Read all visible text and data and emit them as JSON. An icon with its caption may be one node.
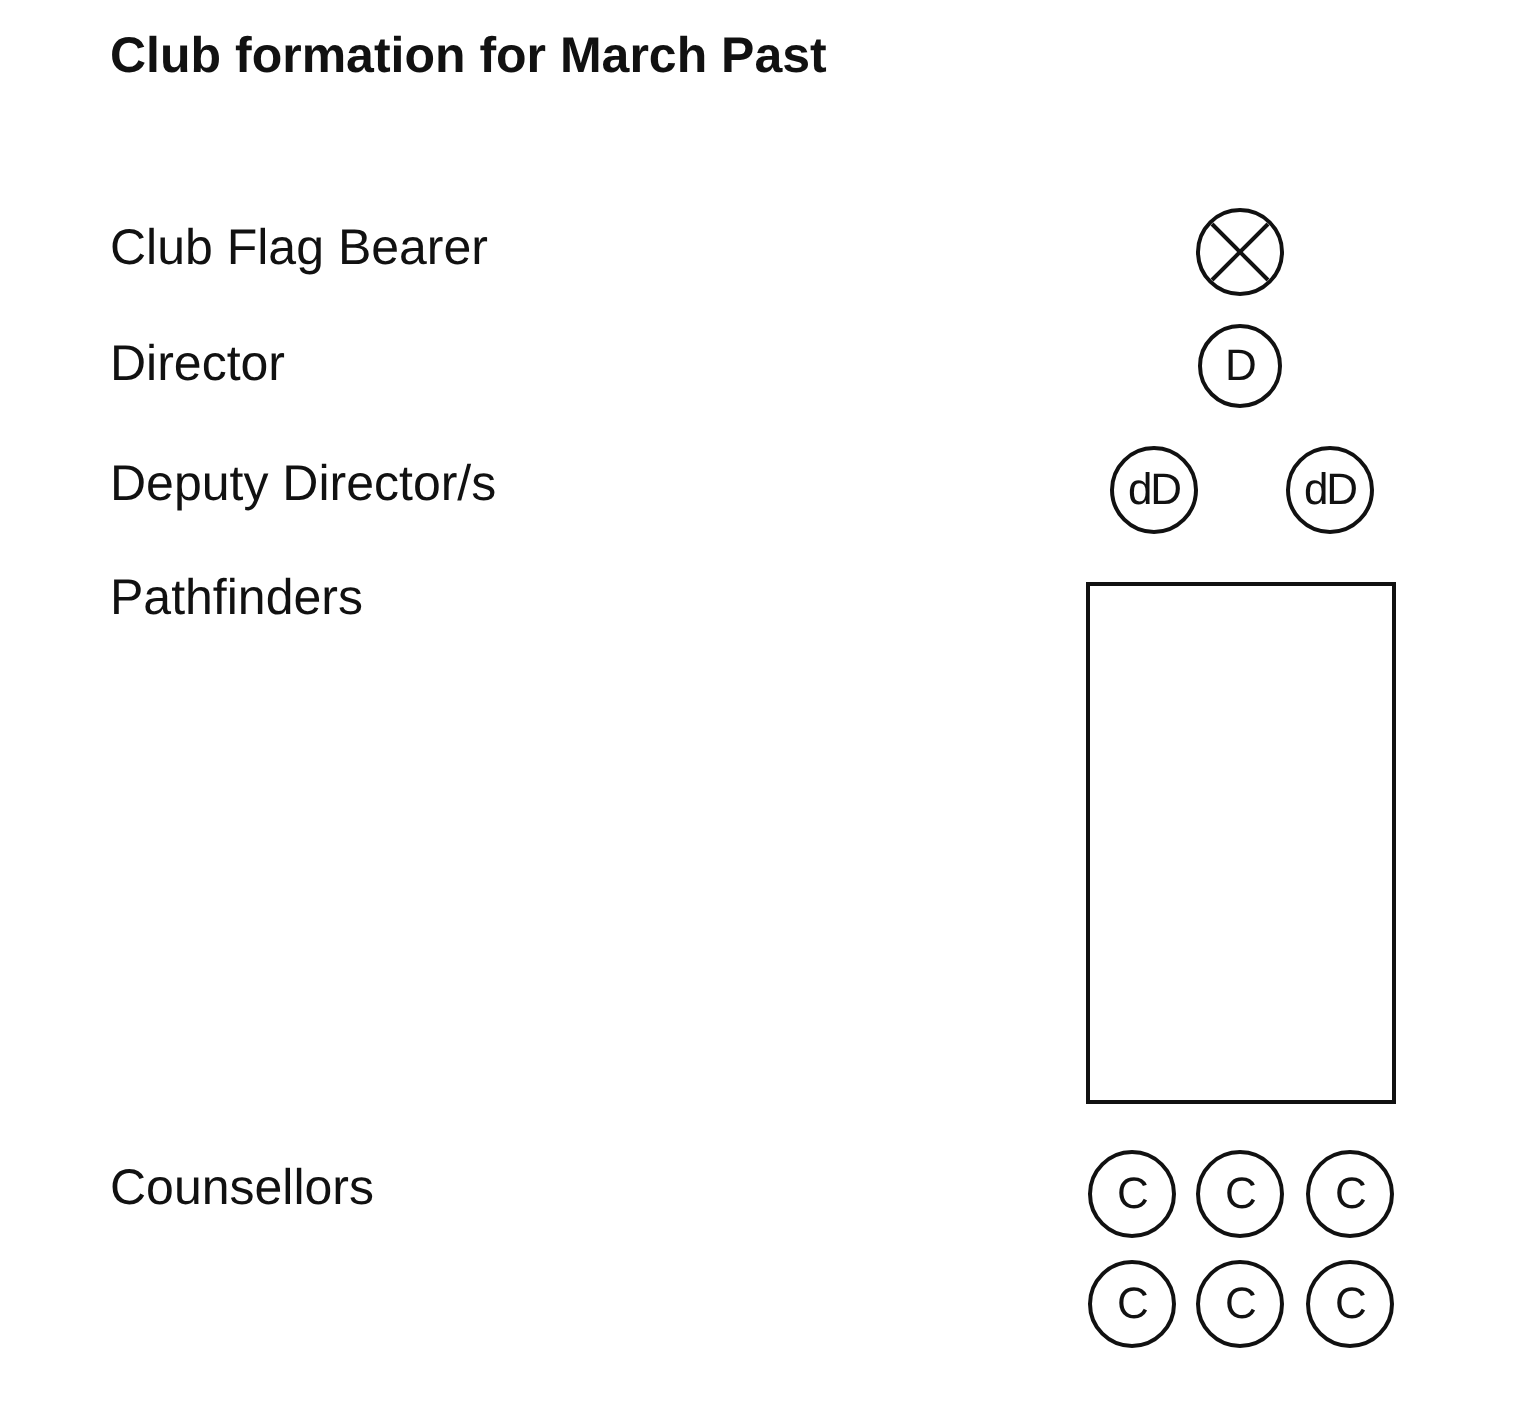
{
  "diagram": {
    "title": "Club formation for March Past",
    "nodes": [
      {
        "text": [],
        "shape": "circle"
      },
      {
        "text": [
          "D"
        ]
      },
      {
        "text": [
          "dD"
        ]
      },
      {
        "text": [
          "dD"
        ]
      },
      {
        "text": [],
        "shape": "box"
      },
      {
        "text": [
          "C"
        ]
      },
      {
        "text": [
          "C"
        ]
      },
      {
        "text": [
          "C"
        ]
      },
      {
        "text": [
          "C"
        ]
      },
      {
        "text": [
          "C"
        ]
      },
      {
        "text": [
          "C"
        ]
      }
    ],
    "labels": [
      "Club Flag Bearer",
      "Director",
      "Deputy Director/s",
      "Pathfinders",
      "Counsellors"
    ]
  }
}
